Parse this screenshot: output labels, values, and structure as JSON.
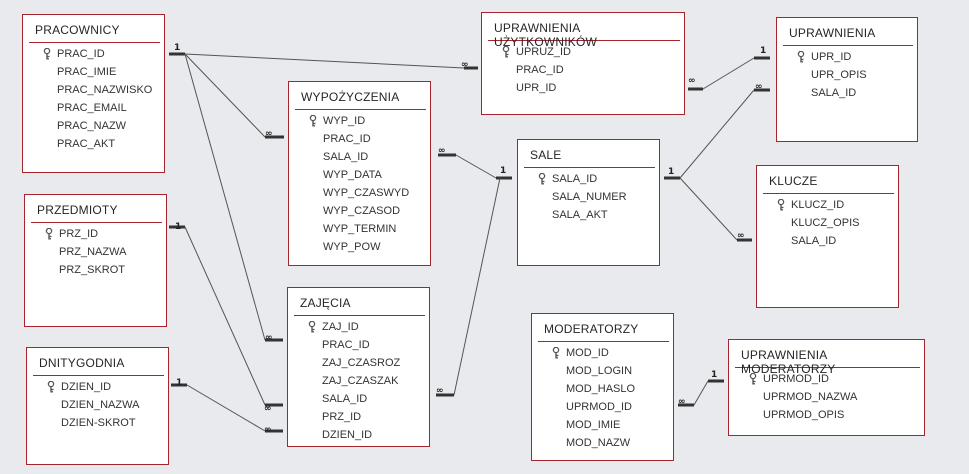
{
  "colors": {
    "background": "#e9eaee",
    "table_border": "#a5242d",
    "line": "#555555"
  },
  "tables": {
    "pracownicy": {
      "title": "PRACOWNICY",
      "fields": [
        {
          "name": "PRAC_ID",
          "key": true
        },
        {
          "name": "PRAC_IMIE",
          "key": false
        },
        {
          "name": "PRAC_NAZWISKO",
          "key": false
        },
        {
          "name": "PRAC_EMAIL",
          "key": false
        },
        {
          "name": "PRAC_NAZW",
          "key": false
        },
        {
          "name": "PRAC_AKT",
          "key": false
        }
      ]
    },
    "przedmioty": {
      "title": "PRZEDMIOTY",
      "fields": [
        {
          "name": "PRZ_ID",
          "key": true
        },
        {
          "name": "PRZ_NAZWA",
          "key": false
        },
        {
          "name": "PRZ_SKROT",
          "key": false
        }
      ]
    },
    "dnitygodnia": {
      "title": "DNITYGODNIA",
      "fields": [
        {
          "name": "DZIEN_ID",
          "key": true
        },
        {
          "name": "DZIEN_NAZWA",
          "key": false
        },
        {
          "name": "DZIEN-SKROT",
          "key": false
        }
      ]
    },
    "wypozyczenia": {
      "title": "WYPOŻYCZENIA",
      "fields": [
        {
          "name": "WYP_ID",
          "key": true
        },
        {
          "name": "PRAC_ID",
          "key": false
        },
        {
          "name": "SALA_ID",
          "key": false
        },
        {
          "name": "WYP_DATA",
          "key": false
        },
        {
          "name": "WYP_CZASWYD",
          "key": false
        },
        {
          "name": "WYP_CZASOD",
          "key": false
        },
        {
          "name": "WYP_TERMIN",
          "key": false
        },
        {
          "name": "WYP_POW",
          "key": false
        }
      ]
    },
    "zajecia": {
      "title": "ZAJĘCIA",
      "fields": [
        {
          "name": "ZAJ_ID",
          "key": true
        },
        {
          "name": "PRAC_ID",
          "key": false
        },
        {
          "name": "ZAJ_CZASROZ",
          "key": false
        },
        {
          "name": "ZAJ_CZASZAK",
          "key": false
        },
        {
          "name": "SALA_ID",
          "key": false
        },
        {
          "name": "PRZ_ID",
          "key": false
        },
        {
          "name": "DZIEN_ID",
          "key": false
        }
      ]
    },
    "uprawnienia_uzytkownikow": {
      "title": "UPRAWNIENIA UŻYTKOWNIKÓW",
      "fields": [
        {
          "name": "UPRUZ_ID",
          "key": true
        },
        {
          "name": "PRAC_ID",
          "key": false
        },
        {
          "name": "UPR_ID",
          "key": false
        }
      ]
    },
    "sale": {
      "title": "SALE",
      "fields": [
        {
          "name": "SALA_ID",
          "key": true
        },
        {
          "name": "SALA_NUMER",
          "key": false
        },
        {
          "name": "SALA_AKT",
          "key": false
        }
      ]
    },
    "moderatorzy": {
      "title": "MODERATORZY",
      "fields": [
        {
          "name": "MOD_ID",
          "key": true
        },
        {
          "name": "MOD_LOGIN",
          "key": false
        },
        {
          "name": "MOD_HASLO",
          "key": false
        },
        {
          "name": "UPRMOD_ID",
          "key": false
        },
        {
          "name": "MOD_IMIE",
          "key": false
        },
        {
          "name": "MOD_NAZW",
          "key": false
        }
      ]
    },
    "uprawnienia": {
      "title": "UPRAWNIENIA",
      "fields": [
        {
          "name": "UPR_ID",
          "key": true
        },
        {
          "name": "UPR_OPIS",
          "key": false
        },
        {
          "name": "SALA_ID",
          "key": false
        }
      ]
    },
    "klucze": {
      "title": "KLUCZE",
      "fields": [
        {
          "name": "KLUCZ_ID",
          "key": true
        },
        {
          "name": "KLUCZ_OPIS",
          "key": false
        },
        {
          "name": "SALA_ID",
          "key": false
        }
      ]
    },
    "uprawnienia_moderatorzy": {
      "title": "UPRAWNIENIA MODERATORZY",
      "fields": [
        {
          "name": "UPRMOD_ID",
          "key": true
        },
        {
          "name": "UPRMOD_NAZWA",
          "key": false
        },
        {
          "name": "UPRMOD_OPIS",
          "key": false
        }
      ]
    }
  },
  "relationships": [
    {
      "from": "pracownicy",
      "to": "uprawnienia_uzytkownikow",
      "one": "1",
      "many": "∞"
    },
    {
      "from": "pracownicy",
      "to": "wypozyczenia",
      "one": "1",
      "many": "∞"
    },
    {
      "from": "pracownicy",
      "to": "zajecia",
      "one": "1",
      "many": "∞"
    },
    {
      "from": "przedmioty",
      "to": "zajecia",
      "one": "1",
      "many": "∞"
    },
    {
      "from": "dnitygodnia",
      "to": "zajecia",
      "one": "1",
      "many": "∞"
    },
    {
      "from": "sale",
      "to": "wypozyczenia",
      "one": "1",
      "many": "∞"
    },
    {
      "from": "sale",
      "to": "zajecia",
      "one": "1",
      "many": "∞"
    },
    {
      "from": "uprawnienia",
      "to": "uprawnienia_uzytkownikow",
      "one": "1",
      "many": "∞"
    },
    {
      "from": "sale",
      "to": "uprawnienia",
      "one": "1",
      "many": "∞"
    },
    {
      "from": "sale",
      "to": "klucze",
      "one": "1",
      "many": "∞"
    },
    {
      "from": "uprawnienia_moderatorzy",
      "to": "moderatorzy",
      "one": "1",
      "many": "∞"
    }
  ]
}
